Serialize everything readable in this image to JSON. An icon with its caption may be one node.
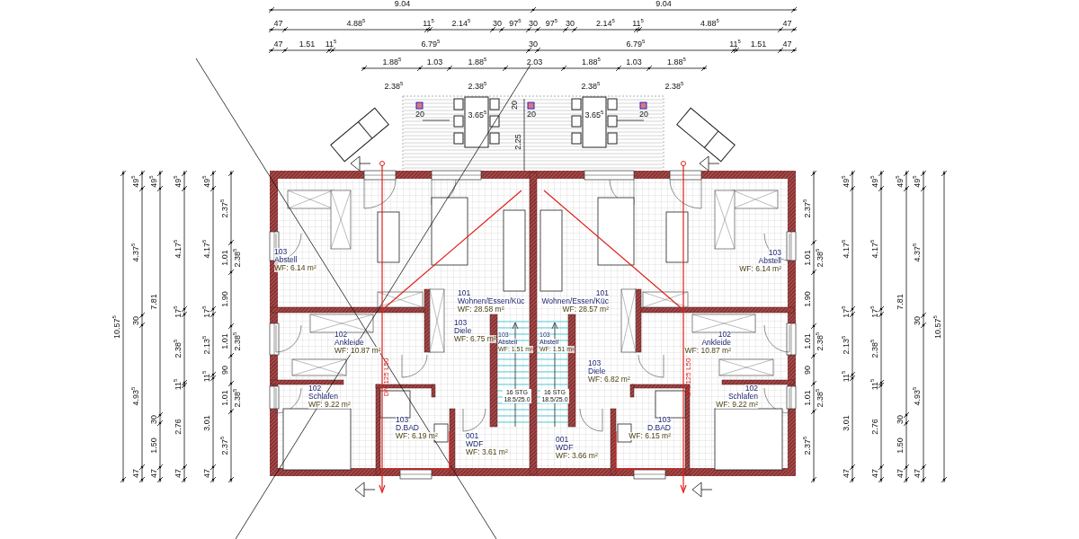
{
  "diagram": {
    "nodes": [
      {
        "text": [
          "103",
          "Abstell",
          "WF: 6.14 m²"
        ]
      },
      {
        "text": [
          "101",
          "Wohnen/Essen/Küc",
          "WF: 28.58 m²"
        ]
      },
      {
        "text": [
          "103",
          "Diele",
          "WF: 6.75 m²"
        ]
      },
      {
        "text": [
          "102",
          "Ankleide",
          "WF: 10.87 m²"
        ]
      },
      {
        "text": [
          "103",
          "Abstell",
          "WF: 1.51 m²"
        ]
      },
      {
        "text": [
          "102",
          "Schlafen",
          "WF: 9.22 m²"
        ]
      },
      {
        "text": [
          "103",
          "D.BAD",
          "WF: 6.19 m²"
        ]
      },
      {
        "text": [
          "001",
          "WDF",
          "WF: 3.61 m²"
        ]
      },
      {
        "text": [
          "101",
          "Wohnen/Essen/Küc",
          "WF: 28.57 m²"
        ]
      },
      {
        "text": [
          "103",
          "Abstell",
          "WF: 1.51 m²"
        ]
      },
      {
        "text": [
          "103",
          "Abstell",
          "WF: 6.14 m²"
        ]
      },
      {
        "text": [
          "102",
          "Ankleide",
          "WF: 10.87 m²"
        ]
      },
      {
        "text": [
          "103",
          "Diele",
          "WF: 6.82 m²"
        ]
      },
      {
        "text": [
          "102",
          "Schlafen",
          "WF: 9.22 m²"
        ]
      },
      {
        "text": [
          "103",
          "D.BAD",
          "WF: 6.15 m²"
        ]
      },
      {
        "text": [
          "001",
          "WDF",
          "WF: 3.66 m²"
        ]
      }
    ],
    "edges": [],
    "labels": [
      "9.04",
      "9.04",
      "47",
      "4.88$^{5}$",
      "11$^{5}$",
      "2.14$^{5}$",
      "30",
      "97$^{5}$",
      "30",
      "97$^{5}$",
      "30",
      "2.14$^{5}$",
      "11$^{5}$",
      "4.88$^{5}$",
      "47",
      "47",
      "1.51",
      "11$^{5}$",
      "6.79$^{5}$",
      "30",
      "6.79$^{5}$",
      "11$^{5}$",
      "1.51",
      "47",
      "1.88$^{5}$",
      "1.03",
      "1.88$^{5}$",
      "2.03",
      "1.88$^{5}$",
      "1.03",
      "1.88$^{5}$",
      "2.38$^{5}$",
      "2.38$^{5}$",
      "2.38$^{5}$",
      "2.38$^{5}$",
      "20",
      "3.65$^{5}$",
      "20",
      "20",
      "3.65$^{5}$",
      "20",
      "2.25",
      "10.57$^{5}$",
      "49$^{5}$",
      "4.37$^{5}$",
      "30",
      "4.93$^{5}$",
      "47",
      "49$^{5}$",
      "7.81",
      "30",
      "1.50",
      "47",
      "49$^{5}$",
      "4.17$^{5}$",
      "17$^{5}$",
      "2.38$^{5}$",
      "11$^{5}$",
      "2.76",
      "47",
      "49$^{5}$",
      "4.17$^{5}$",
      "17$^{5}$",
      "2.13$^{5}$",
      "11$^{5}$",
      "3.01",
      "47",
      "2.37$^{5}$",
      "1.01",
      "2.38$^{5}$",
      "1.90",
      "1.01",
      "2.38$^{5}$",
      "90",
      "1.01",
      "2.38$^{5}$",
      "2.37$^{5}$",
      "2.37$^{5}$",
      "1.01",
      "2.38$^{5}$",
      "1.90",
      "1.01",
      "2.38$^{5}$",
      "90",
      "1.01",
      "2.38$^{5}$",
      "2.37$^{5}$",
      "49$^{5}$",
      "4.17$^{5}$",
      "17$^{5}$",
      "2.13$^{5}$",
      "11$^{5}$",
      "3.01",
      "47",
      "49$^{5}$",
      "4.17$^{5}$",
      "17$^{5}$",
      "2.38$^{5}$",
      "11$^{5}$",
      "2.76",
      "47",
      "49$^{5}$",
      "7.81",
      "30",
      "1.50",
      "47",
      "49$^{5}$",
      "4.37$^{5}$",
      "30",
      "4.93$^{5}$",
      "47",
      "10.57$^{5}$",
      "16 STG 18.5/25.0",
      "16 STG 18.5/25.0",
      "DN 125 L50",
      "DN 125 L50"
    ]
  }
}
